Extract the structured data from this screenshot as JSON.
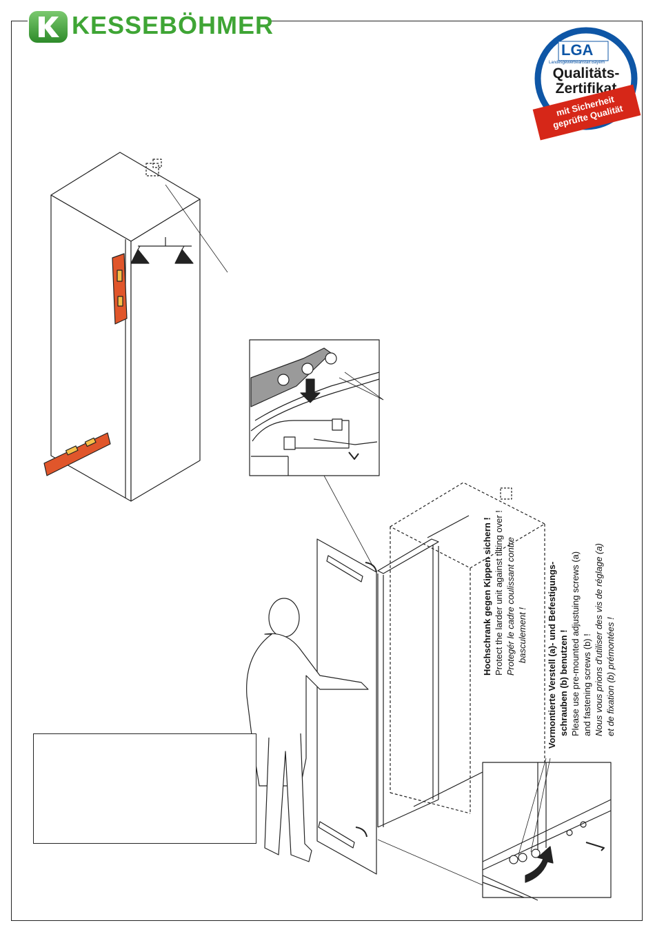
{
  "header": {
    "brand": "KESSEBÖHMER"
  },
  "seal": {
    "brand": "LGA",
    "sub": "Landesgewerbeanstalt Bayern",
    "title_1": "Qualitäts-",
    "title_2": "Zertifikat",
    "ribbon_1": "mit Sicherheit",
    "ribbon_2": "geprüfte Qualität"
  },
  "instructions": {
    "tilt": {
      "heading": "Hochschrank gegen Kippen sichern !",
      "en": "Protect the larder unit against tilting over !",
      "fr_1": "Protegér le cadre coulissant contre",
      "fr_2": "basculement !"
    },
    "screws": {
      "heading_1": "Vormontierte Verstell (a)- und Befestigungs-",
      "heading_2": "schrauben (b) benutzen !",
      "en_1": "Please use pre-mounted adjustuing screws (a)",
      "en_2": "and fastening screws (b) !",
      "fr_1": "Nous vous prions d'utiliser des vis de réglage (a)",
      "fr_2": "et de fixation (b) prémontées !"
    }
  },
  "colors": {
    "brand_green": "#3fa535",
    "seal_blue": "#0e56a6",
    "seal_red": "#d62718",
    "level_orange": "#e0562b"
  }
}
